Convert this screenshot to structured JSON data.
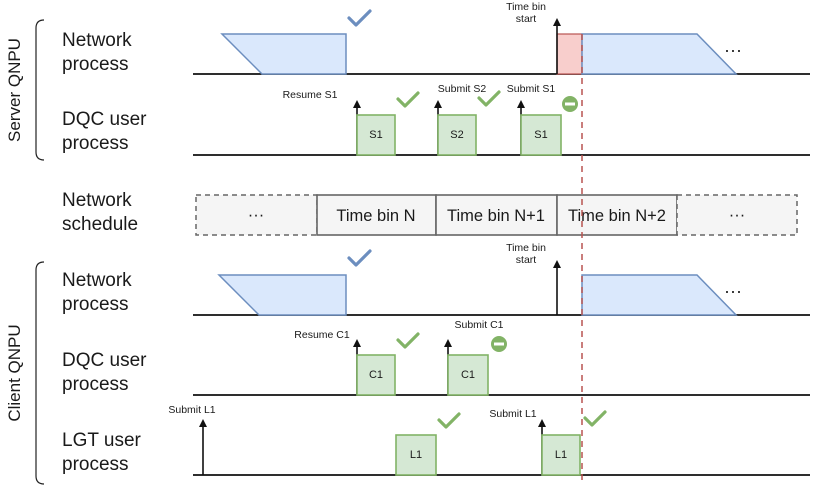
{
  "groups": {
    "server": "Server QNPU",
    "client": "Client QNPU"
  },
  "rows": {
    "server_network": [
      "Network",
      "process"
    ],
    "server_dqc": [
      "DQC user",
      "process"
    ],
    "schedule": [
      "Network",
      "schedule"
    ],
    "client_network": [
      "Network",
      "process"
    ],
    "client_dqc": [
      "DQC user",
      "process"
    ],
    "client_lgt": [
      "LGT user",
      "process"
    ]
  },
  "schedule_bins": [
    "···",
    "Time bin N",
    "Time bin N+1",
    "Time bin N+2",
    "···"
  ],
  "annotations": {
    "time_bin_start": [
      "Time bin",
      "start"
    ],
    "resume_s1": "Resume S1",
    "submit_s2": "Submit S2",
    "submit_s1": "Submit S1",
    "resume_c1": "Resume C1",
    "submit_c1": "Submit C1",
    "submit_l1": "Submit L1"
  },
  "boxes": {
    "s1_a": "S1",
    "s2": "S2",
    "s1_b": "S1",
    "c1_a": "C1",
    "c1_b": "C1",
    "l1_a": "L1",
    "l1_b": "L1"
  },
  "ellipsis": "···",
  "colors": {
    "process_fill": "#d5e8d4",
    "process_stroke": "#82b366",
    "network_fill": "#dae8fc",
    "network_stroke": "#6c8ebf",
    "blocked_fill": "#f8cecc",
    "deadline_line": "#b85450"
  },
  "icons": [
    "check-green-icon",
    "check-blue-icon",
    "blocked-icon"
  ]
}
